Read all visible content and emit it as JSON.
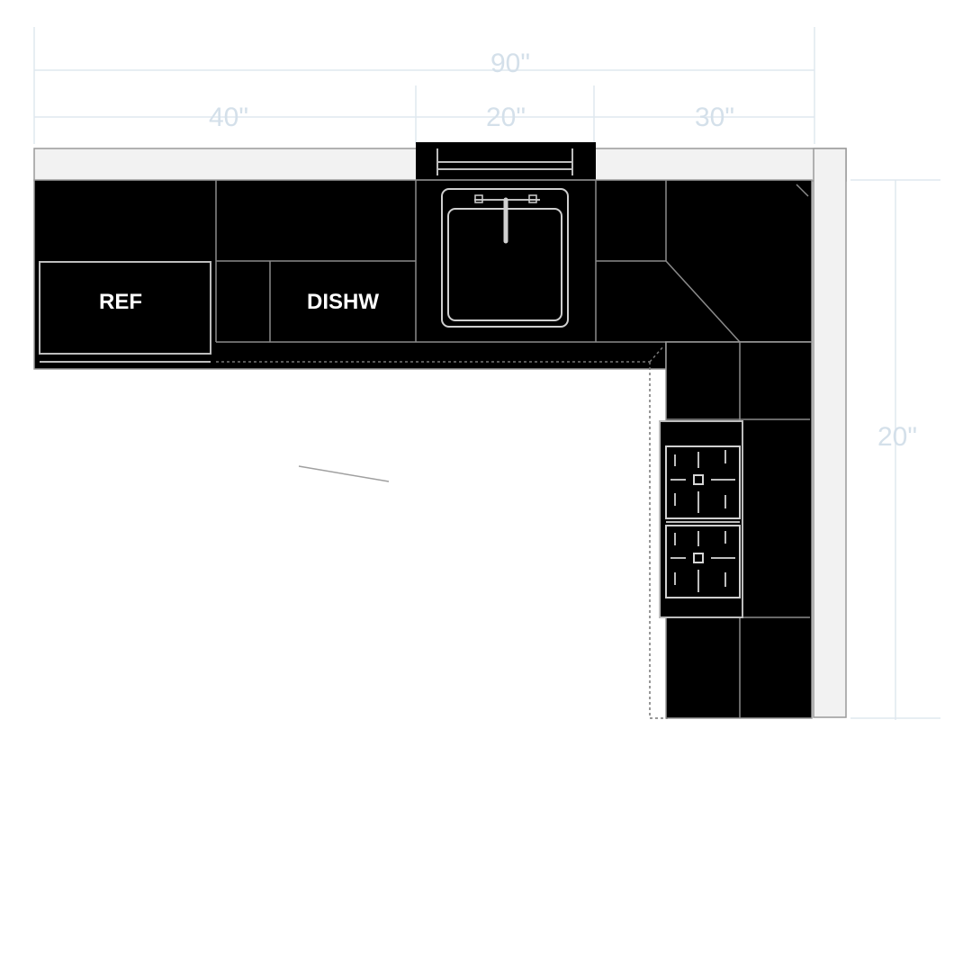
{
  "dimensions": {
    "overall_width": "90\"",
    "segment_left": "40\"",
    "segment_sink": "20\"",
    "segment_right": "30\"",
    "right_depth": "20\""
  },
  "appliances": {
    "refrigerator_label": "REF",
    "dishwasher_label": "DISHW"
  },
  "colors": {
    "cabinet_fill": "#000000",
    "counter_strip": "#f0f0f0",
    "dimension_lines": "#dfe8ef"
  }
}
